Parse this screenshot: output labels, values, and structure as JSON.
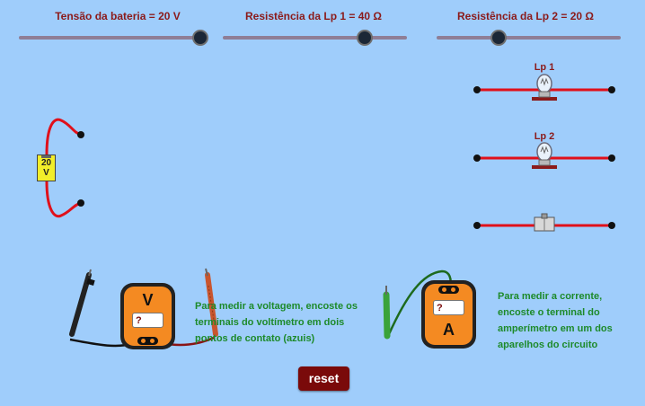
{
  "sliders": [
    {
      "label": "Tensão da bateria = 20 V",
      "value": 20,
      "unit": "V"
    },
    {
      "label": "Resistência da Lp 1 = 40 Ω",
      "value": 40,
      "unit": "Ω"
    },
    {
      "label": "Resistência da Lp 2 = 20 Ω",
      "value": 20,
      "unit": "Ω"
    }
  ],
  "battery": {
    "voltage_top": "20",
    "voltage_bottom": "V"
  },
  "lamps": {
    "lp1": "Lp 1",
    "lp2": "Lp 2"
  },
  "voltmeter": {
    "letter": "V",
    "reading": "?"
  },
  "ammeter": {
    "letter": "A",
    "reading": "?"
  },
  "help": {
    "voltmeter": "Para medir a voltagem, encoste os terminais do voltímetro em dois pontos de contato (azuis)",
    "ammeter": "Para medir a corrente, encoste o terminal do amperímetro em um dos aparelhos do circuito"
  },
  "reset_label": "reset",
  "colors": {
    "background": "#9fcdfb",
    "wire": "#e0101a",
    "label": "#8b1a1a",
    "help": "#1d8a2a",
    "button": "#7a0a0a"
  }
}
